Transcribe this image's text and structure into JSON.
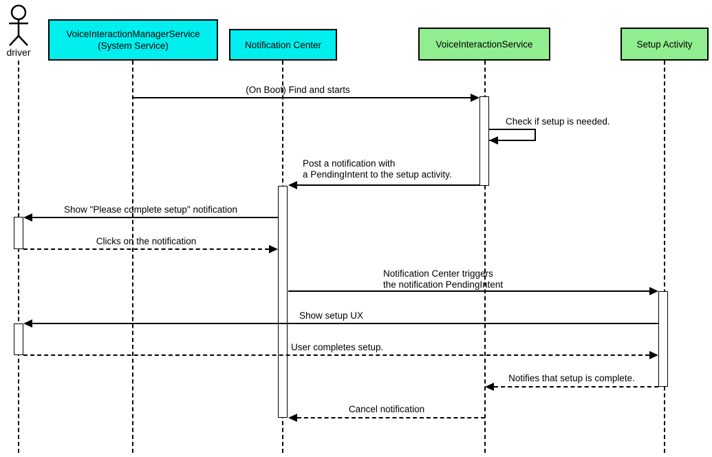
{
  "participants": {
    "driver": {
      "label": "driver",
      "type": "actor"
    },
    "vims": {
      "label": "VoiceInteractionManagerService\n(System Service)",
      "type": "system-service",
      "color": "cyan"
    },
    "notification_center": {
      "label": "Notification Center",
      "type": "system-service",
      "color": "cyan"
    },
    "voice_interaction_service": {
      "label": "VoiceInteractionService",
      "type": "app-component",
      "color": "green"
    },
    "setup_activity": {
      "label": "Setup Activity",
      "type": "app-component",
      "color": "green"
    }
  },
  "messages": {
    "on_boot": {
      "label": "(On Boot) Find and starts",
      "style": "solid",
      "from": "vims",
      "to": "voice_interaction_service"
    },
    "check_setup": {
      "label": "Check if setup is needed.",
      "style": "solid",
      "from": "voice_interaction_service",
      "to": "voice_interaction_service"
    },
    "post_notification": {
      "label": "Post a notification with\na PendingIntent to the setup activity.",
      "style": "solid",
      "from": "voice_interaction_service",
      "to": "notification_center"
    },
    "show_notification": {
      "label": "Show \"Please complete setup\" notification",
      "style": "solid",
      "from": "notification_center",
      "to": "driver"
    },
    "clicks_notification": {
      "label": "Clicks on the notification",
      "style": "dashed",
      "from": "driver",
      "to": "notification_center"
    },
    "nc_triggers": {
      "label": "Notification Center triggers\nthe notification PendingIntent",
      "style": "solid",
      "from": "notification_center",
      "to": "setup_activity"
    },
    "show_setup_ux": {
      "label": "Show setup UX",
      "style": "solid",
      "from": "setup_activity",
      "to": "driver"
    },
    "user_completes": {
      "label": "User completes setup.",
      "style": "dashed",
      "from": "driver",
      "to": "setup_activity"
    },
    "notifies_complete": {
      "label": "Notifies that setup is complete.",
      "style": "dashed",
      "from": "setup_activity",
      "to": "voice_interaction_service"
    },
    "cancel_notification": {
      "label": "Cancel notification",
      "style": "dashed",
      "from": "voice_interaction_service",
      "to": "notification_center"
    }
  },
  "colors": {
    "cyan": "#00eeee",
    "green": "#90ee90",
    "line": "#000000",
    "bg": "#ffffff"
  }
}
